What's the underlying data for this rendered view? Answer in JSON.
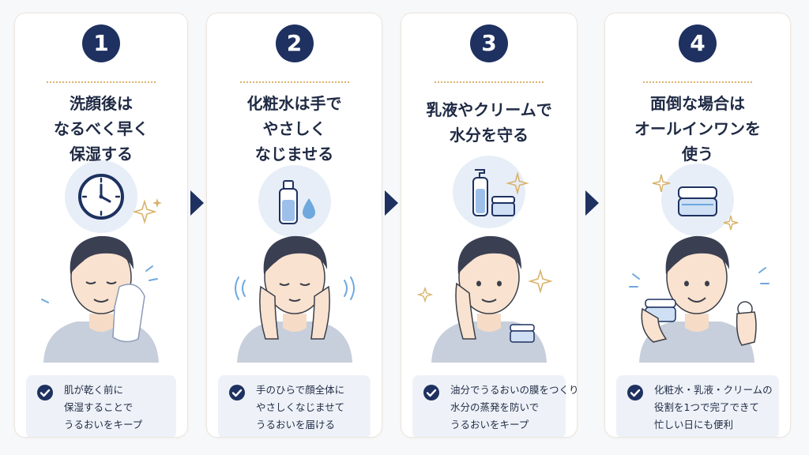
{
  "steps": [
    {
      "number": "1",
      "title_lines": [
        "洗顔後は",
        "なるべく早く",
        "保湿する"
      ],
      "icon": "clock-icon",
      "note_lines": [
        "肌が乾く前に",
        "保湿することで",
        "うるおいをキープ"
      ]
    },
    {
      "number": "2",
      "title_lines": [
        "化粧水は手で",
        "やさしく",
        "なじませる"
      ],
      "icon": "lotion-bottle-icon",
      "note_lines": [
        "手のひらで顔全体に",
        "やさしくなじませて",
        "うるおいを届ける"
      ]
    },
    {
      "number": "3",
      "title_lines": [
        "乳液やクリームで",
        "水分を守る"
      ],
      "icon": "pump-bottle-and-cream-jar-icon",
      "note_lines": [
        "油分でうるおいの膜をつくり",
        "水分の蒸発を防いで",
        "うるおいをキープ"
      ]
    },
    {
      "number": "4",
      "title_lines": [
        "面倒な場合は",
        "オールインワンを",
        "使う"
      ],
      "icon": "cream-jar-icon",
      "note_lines": [
        "化粧水・乳液・クリームの",
        "役割を1つで完了できて",
        "忙しい日にも便利"
      ]
    }
  ],
  "colors": {
    "navy": "#1e3160",
    "gold": "#d9b36b",
    "light_blue": "#e7eef8",
    "note_bg": "#eef2f8"
  }
}
